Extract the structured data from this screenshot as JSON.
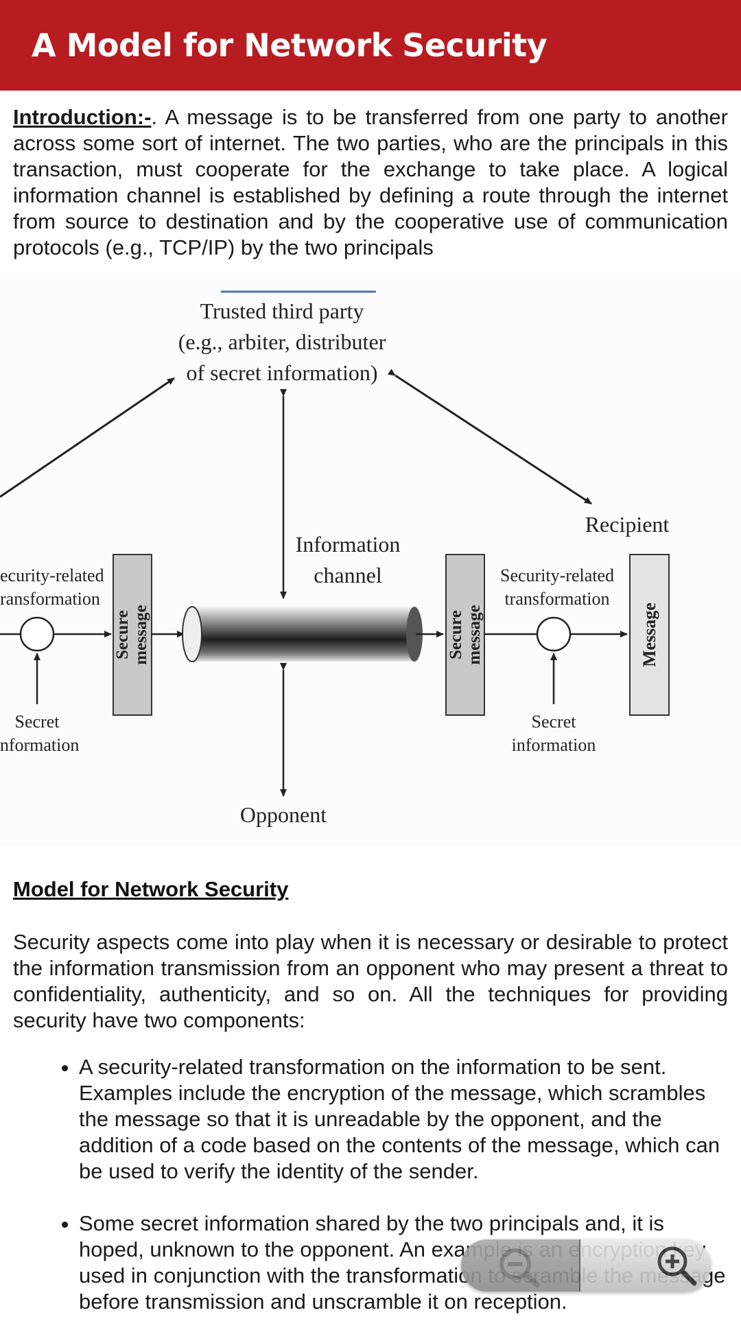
{
  "header": {
    "title": "A Model for Network Security"
  },
  "intro": {
    "lead": "Introduction:-",
    "text": ". A message is to be transferred from one party to another across some sort of internet. The two parties, who are the principals in this transaction, must cooperate for the exchange to take place. A logical information channel is established by defining a route through the internet from source to destination and by the cooperative use of communication protocols (e.g., TCP/IP) by the two principals"
  },
  "diagram": {
    "trusted_line1": "Trusted third party",
    "trusted_line2": "(e.g., arbiter, distributer",
    "trusted_line3": "of secret information)",
    "info_channel_line1": "Information",
    "info_channel_line2": "channel",
    "recipient": "Recipient",
    "left_transform_line1": "ecurity-related",
    "left_transform_line2": "ransformation",
    "right_transform_line1": "Security-related",
    "right_transform_line2": "transformation",
    "secure_message_line1": "Secure",
    "secure_message_line2": "message",
    "message_box": "Message",
    "left_secret_line1": "Secret",
    "left_secret_line2": "information",
    "right_secret_line1": "Secret",
    "right_secret_line2": "information",
    "opponent": "Opponent"
  },
  "section": {
    "heading": "Model for Network Security",
    "paragraph": "Security aspects come into play when it is necessary or desirable to protect the information transmission from an opponent who may present a threat to confidentiality, authenticity, and so on. All the techniques for providing security have two components:",
    "bullets": [
      "A security-related transformation on the information to be sent. Examples include the encryption of the message, which scrambles the message so that it is unreadable by the opponent, and the addition of a code based on the contents of the message, which can be used to verify the identity of the sender.",
      "Some secret information shared by the two principals and, it is hoped, unknown to the opponent. An example is an encryption key used in conjunction with the transformation to scramble the message before transmission and unscramble it on reception."
    ]
  },
  "zoom_controls": {
    "zoom_out_icon": "zoom-out-icon",
    "zoom_in_icon": "zoom-in-icon"
  },
  "colors": {
    "header_bg": "#b71c21",
    "header_text": "#ffffff"
  }
}
